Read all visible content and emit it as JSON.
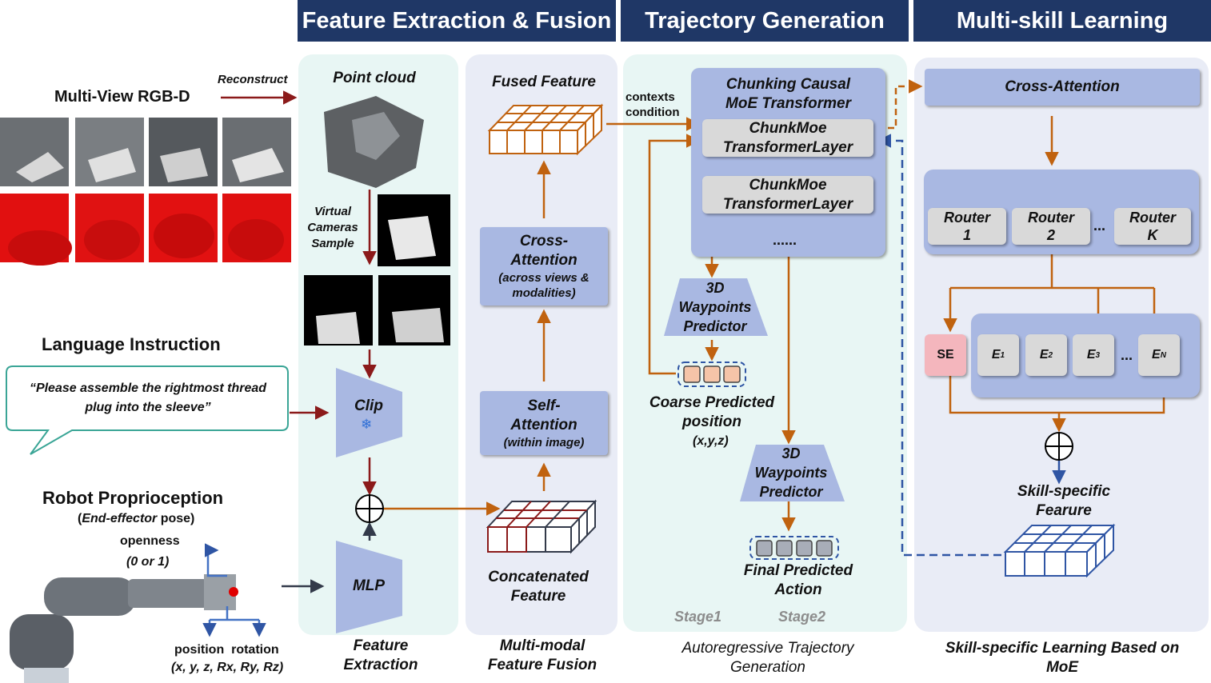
{
  "headers": {
    "feature_fusion": "Feature Extraction & Fusion",
    "trajectory": "Trajectory Generation",
    "multiskill": "Multi-skill Learning"
  },
  "inputs": {
    "multiview": "Multi-View RGB-D",
    "reconstruct": "Reconstruct",
    "language_title": "Language Instruction",
    "instruction_text": "“Please assemble the rightmost thread plug into the sleeve”",
    "proprio_title": "Robot Proprioception",
    "proprio_sub_a": "(",
    "proprio_sub_b": "End-effector",
    "proprio_sub_c": " pose)",
    "openness": "openness",
    "openness_val": "(0 or 1)",
    "position_rotation": "position  rotation",
    "pose_vars": "(x, y, z, Rx, Ry, Rz)"
  },
  "extraction": {
    "point_cloud": "Point cloud",
    "virtual_cameras": "Virtual Cameras Sample",
    "clip": "Clip",
    "snowflake": "❄",
    "mlp": "MLP",
    "caption": "Feature Extraction"
  },
  "fusion": {
    "fused_feature": "Fused Feature",
    "cross_attention_title": "Cross-Attention",
    "cross_attention_sub": "(across views & modalities)",
    "self_attention_title": "Self-Attention",
    "self_attention_sub": "(within image)",
    "concatenated": "Concatenated Feature",
    "caption": "Multi-modal Feature Fusion"
  },
  "trajectory": {
    "contexts": "contexts",
    "condition": "condition",
    "transformer_title": "Chunking Causal MoE Transformer",
    "layer1": "ChunkMoe TransformerLayer",
    "layer2": "ChunkMoe TransformerLayer",
    "ellipsis": "......",
    "waypoints1": "3D Waypoints Predictor",
    "coarse": "Coarse Predicted position",
    "coarse_vars": "(x,y,z)",
    "waypoints2": "3D Waypoints Predictor",
    "final": "Final Predicted Action",
    "stage1": "Stage1",
    "stage2": "Stage2",
    "caption": "Autoregressive Trajectory Generation"
  },
  "multiskill": {
    "cross_attention": "Cross-Attention",
    "routers": [
      {
        "l1": "Router",
        "l2": "1"
      },
      {
        "l1": "Router",
        "l2": "2"
      },
      {
        "l1": "Router",
        "l2": "K"
      }
    ],
    "router_dots": "...",
    "se": "SE",
    "experts": [
      {
        "base": "E",
        "sub": "1"
      },
      {
        "base": "E",
        "sub": "2"
      },
      {
        "base": "E",
        "sub": "3"
      },
      {
        "base": "E",
        "sub": "N"
      }
    ],
    "expert_dots": "...",
    "skill_feature": "Skill-specific Fearure",
    "caption": "Skill-specific Learning Based on MoE"
  },
  "colors": {
    "header_bg": "#1f3766",
    "box_blue": "#a9b8e2",
    "arrow_orange": "#c0620f",
    "arrow_darkred": "#8b1a1a",
    "arrow_blue": "#2f55a4",
    "se_pink": "#f4b6bd",
    "panel_teal": "#e8f6f4",
    "panel_lavender": "#e9ecf6"
  }
}
